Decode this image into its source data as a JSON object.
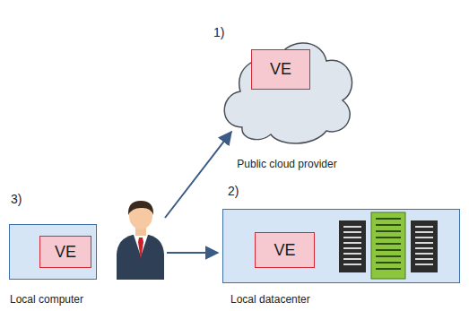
{
  "diagram": {
    "nodes": [
      {
        "text": [
          "Public cloud provider"
        ]
      },
      {
        "text": [
          "VE"
        ],
        "in": 0
      },
      {
        "text": [
          "Local datacenter"
        ]
      },
      {
        "text": [
          "VE"
        ],
        "in": 2
      },
      {
        "text": [
          "Local computer"
        ]
      },
      {
        "text": [
          "VE"
        ],
        "in": 4
      }
    ],
    "labels": [
      "1)",
      "2)",
      "3)"
    ]
  }
}
